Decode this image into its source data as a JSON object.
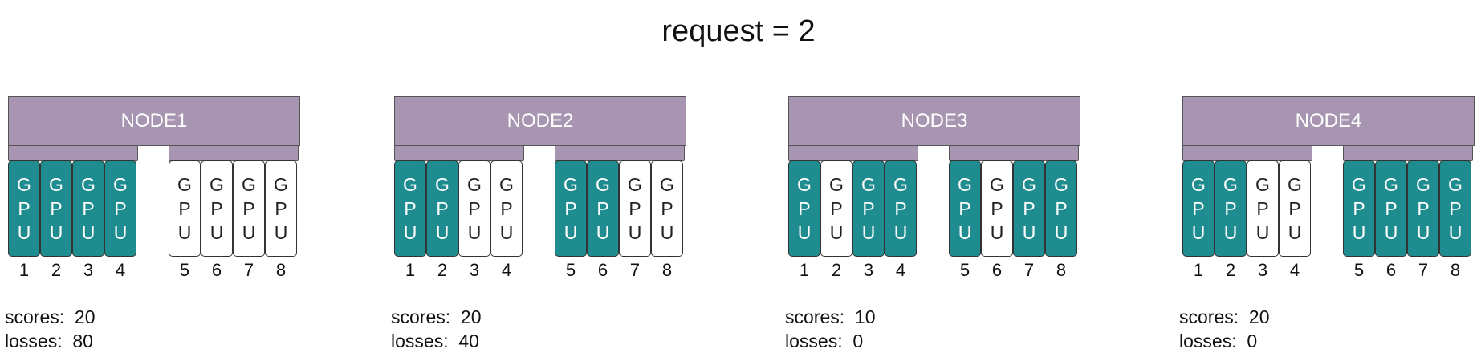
{
  "title": "request = 2",
  "colors": {
    "node": "#a795b1",
    "gpu_used": "#1f8c8f",
    "gpu_free": "#ffffff"
  },
  "gpu_text": [
    "G",
    "P",
    "U"
  ],
  "score_label": "scores:",
  "loss_label": "losses:",
  "nodes": [
    {
      "name": "NODE1",
      "gpus": [
        {
          "id": "1",
          "used": true
        },
        {
          "id": "2",
          "used": true
        },
        {
          "id": "3",
          "used": true
        },
        {
          "id": "4",
          "used": true
        },
        {
          "id": "5",
          "used": false
        },
        {
          "id": "6",
          "used": false
        },
        {
          "id": "7",
          "used": false
        },
        {
          "id": "8",
          "used": false
        }
      ],
      "scores": "20",
      "losses": "80"
    },
    {
      "name": "NODE2",
      "gpus": [
        {
          "id": "1",
          "used": true
        },
        {
          "id": "2",
          "used": true
        },
        {
          "id": "3",
          "used": false
        },
        {
          "id": "4",
          "used": false
        },
        {
          "id": "5",
          "used": true
        },
        {
          "id": "6",
          "used": true
        },
        {
          "id": "7",
          "used": false
        },
        {
          "id": "8",
          "used": false
        }
      ],
      "scores": "20",
      "losses": "40"
    },
    {
      "name": "NODE3",
      "gpus": [
        {
          "id": "1",
          "used": true
        },
        {
          "id": "2",
          "used": false
        },
        {
          "id": "3",
          "used": true
        },
        {
          "id": "4",
          "used": true
        },
        {
          "id": "5",
          "used": true
        },
        {
          "id": "6",
          "used": false
        },
        {
          "id": "7",
          "used": true
        },
        {
          "id": "8",
          "used": true
        }
      ],
      "scores": "10",
      "losses": "0"
    },
    {
      "name": "NODE4",
      "gpus": [
        {
          "id": "1",
          "used": true
        },
        {
          "id": "2",
          "used": true
        },
        {
          "id": "3",
          "used": false
        },
        {
          "id": "4",
          "used": false
        },
        {
          "id": "5",
          "used": true
        },
        {
          "id": "6",
          "used": true
        },
        {
          "id": "7",
          "used": true
        },
        {
          "id": "8",
          "used": true
        }
      ],
      "scores": "20",
      "losses": "0"
    }
  ]
}
